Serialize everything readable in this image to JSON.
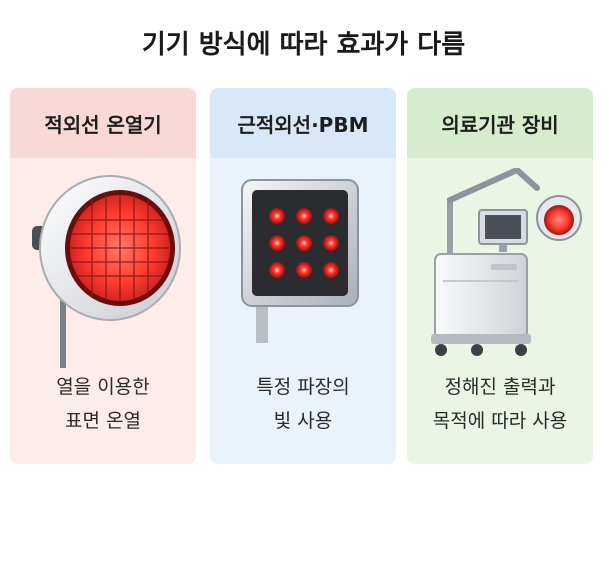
{
  "title": "기기 방식에 따라 효과가 다름",
  "cards": [
    {
      "heading": "적외선 온열기",
      "desc_line1": "열을 이용한",
      "desc_line2": "표면 온열",
      "illustration": "heat-lamp-icon"
    },
    {
      "heading": "근적외선·PBM",
      "desc_line1": "특정 파장의",
      "desc_line2": "빛 사용",
      "illustration": "led-panel-icon"
    },
    {
      "heading": "의료기관 장비",
      "desc_line1": "정해진 출력과",
      "desc_line2": "목적에 따라 사용",
      "illustration": "medical-device-icon"
    }
  ],
  "colors": {
    "card1_bg": "#fcecea",
    "card1_head": "#f9d9d7",
    "card2_bg": "#eaf2fb",
    "card2_head": "#d8e8f8",
    "card3_bg": "#ebf5e6",
    "card3_head": "#d6edcd",
    "red_light": "#ff3b30"
  }
}
